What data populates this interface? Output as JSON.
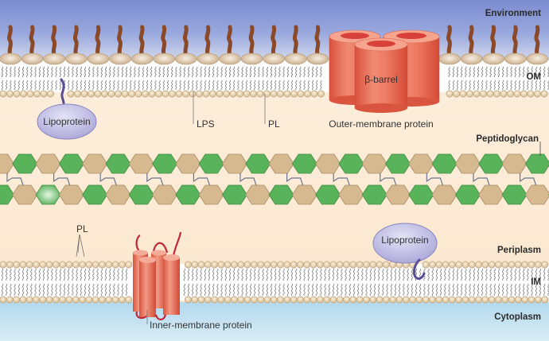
{
  "figure": {
    "regions": {
      "environment": "Environment",
      "outer_membrane": "OM",
      "peptidoglycan": "Peptidoglycan",
      "periplasm": "Periplasm",
      "inner_membrane": "IM",
      "cytoplasm": "Cytoplasm"
    },
    "callouts": {
      "lps": "LPS",
      "pl_outer": "PL",
      "pl_inner": "PL",
      "outer_membrane_protein": "Outer-membrane protein",
      "inner_membrane_protein": "Inner-membrane protein"
    },
    "proteins": {
      "beta_barrel": "β-barrel",
      "lipoprotein_outer": "Lipoprotein",
      "lipoprotein_inner": "Lipoprotein"
    },
    "colors": {
      "environment_blue": "#8293d3",
      "environment_light": "#c9d3ee",
      "periplasm_cream": "#fbeedb",
      "cytoplasm_blue": "#bfe0ef",
      "lps_chain": "#8a4a2a",
      "lipid_head": "#e8d3b2",
      "nag_green": "#59b35a",
      "nam_tan": "#d6b98f",
      "protein_red": "#e8664f",
      "lipoprotein_purple": "#c7c5e6",
      "anchor_purple": "#5b4c98"
    }
  }
}
